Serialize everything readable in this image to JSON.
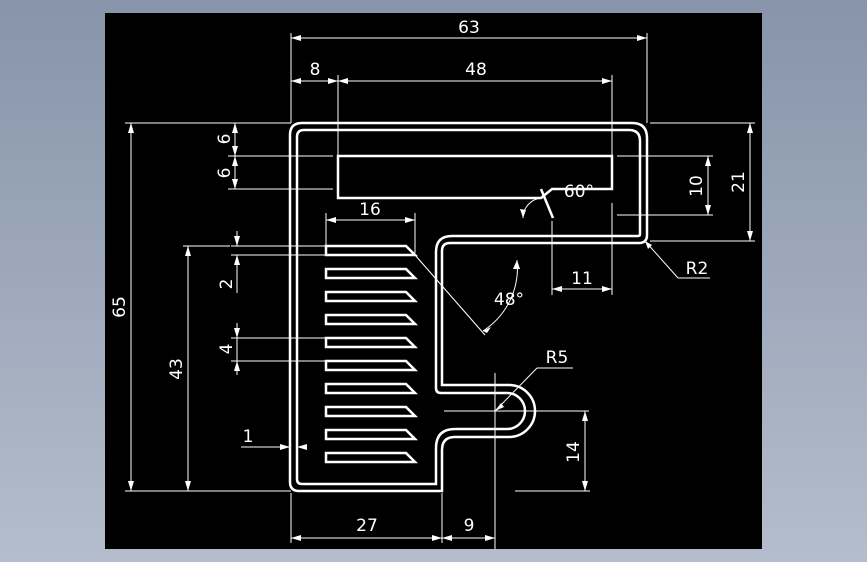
{
  "drawing": {
    "dimensions": {
      "overall_width": "63",
      "left_offset": "8",
      "slot_length": "48",
      "top_gap": "6",
      "slot_height": "6",
      "fin_length": "16",
      "angle_top": "60°",
      "slot_width": "10",
      "top_height": "21",
      "overall_height": "65",
      "fin_pitch": "2",
      "fin_block": "4",
      "lower_height": "43",
      "wall": "1",
      "radius_corner": "R2",
      "notch_width": "11",
      "angle_fin": "48°",
      "radius_notch": "R5",
      "notch_height": "14",
      "base_width": "27",
      "notch_depth": "9"
    }
  }
}
